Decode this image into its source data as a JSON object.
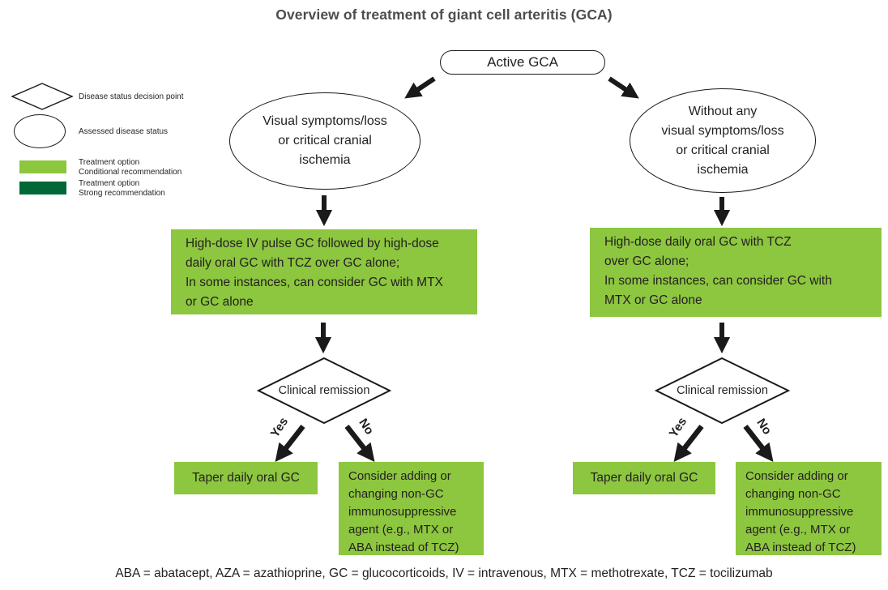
{
  "title": "Overview of treatment of giant cell arteritis (GCA)",
  "colors": {
    "conditional_green": "#8DC63F",
    "strong_green": "#006838",
    "text_ink": "#231F20",
    "line_black": "#1A1A1A",
    "title_gray": "#4D4D4F"
  },
  "legend": {
    "items": [
      {
        "icon": "decision-diamond-icon",
        "label": "Disease status decision point"
      },
      {
        "icon": "status-ellipse-icon",
        "label": "Assessed disease status"
      },
      {
        "icon": "conditional-swatch",
        "label": "Treatment option\nConditional recommendation"
      },
      {
        "icon": "strong-swatch",
        "label": "Treatment option\nStrong recommendation"
      }
    ]
  },
  "root_label": "Active GCA",
  "branches": {
    "left": {
      "status": "Visual symptoms/loss\nor critical cranial\nischemia",
      "treatment": "High-dose IV pulse GC followed by high-dose\ndaily oral GC with TCZ over GC alone;\nIn some instances, can consider GC with MTX\nor GC alone",
      "decision": "Clinical remission",
      "yes_label": "Yes",
      "no_label": "No",
      "yes_outcome": "Taper daily oral GC",
      "no_outcome": "Consider adding or\nchanging non-GC\nimmunosuppressive\nagent (e.g., MTX or\nABA instead of TCZ)"
    },
    "right": {
      "status": "Without any\nvisual symptoms/loss\nor critical cranial\nischemia",
      "treatment": "High-dose daily oral GC with TCZ\nover GC alone;\nIn some instances, can consider GC with\nMTX or GC alone",
      "decision": "Clinical remission",
      "yes_label": "Yes",
      "no_label": "No",
      "yes_outcome": "Taper daily oral GC",
      "no_outcome": "Consider adding or\nchanging non-GC\nimmunosuppressive\nagent (e.g., MTX or\nABA instead of TCZ)"
    }
  },
  "footnote": "ABA = abatacept, AZA = azathioprine, GC = glucocorticoids, IV = intravenous, MTX = methotrexate, TCZ = tocilizumab"
}
